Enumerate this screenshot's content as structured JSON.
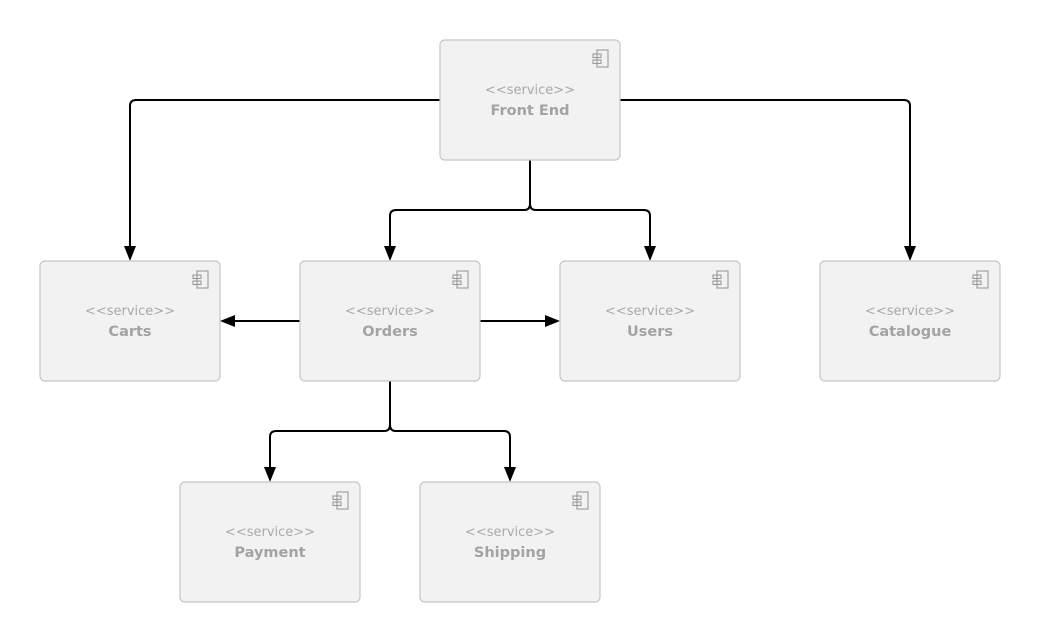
{
  "colors": {
    "node_fill": "#f2f2f2",
    "node_stroke": "#c6c6c6",
    "text": "#a6a6a6",
    "edge": "#000000"
  },
  "nodes": [
    {
      "id": "front-end",
      "stereotype": "<<service>>",
      "name": "Front End",
      "icon": "component-icon"
    },
    {
      "id": "carts",
      "stereotype": "<<service>>",
      "name": "Carts",
      "icon": "component-icon"
    },
    {
      "id": "orders",
      "stereotype": "<<service>>",
      "name": "Orders",
      "icon": "component-icon"
    },
    {
      "id": "users",
      "stereotype": "<<service>>",
      "name": "Users",
      "icon": "component-icon"
    },
    {
      "id": "catalogue",
      "stereotype": "<<service>>",
      "name": "Catalogue",
      "icon": "component-icon"
    },
    {
      "id": "payment",
      "stereotype": "<<service>>",
      "name": "Payment",
      "icon": "component-icon"
    },
    {
      "id": "shipping",
      "stereotype": "<<service>>",
      "name": "Shipping",
      "icon": "component-icon"
    }
  ],
  "edges": [
    {
      "from": "front-end",
      "to": "carts"
    },
    {
      "from": "front-end",
      "to": "orders"
    },
    {
      "from": "front-end",
      "to": "users"
    },
    {
      "from": "front-end",
      "to": "catalogue"
    },
    {
      "from": "orders",
      "to": "carts"
    },
    {
      "from": "orders",
      "to": "users"
    },
    {
      "from": "orders",
      "to": "payment"
    },
    {
      "from": "orders",
      "to": "shipping"
    }
  ]
}
